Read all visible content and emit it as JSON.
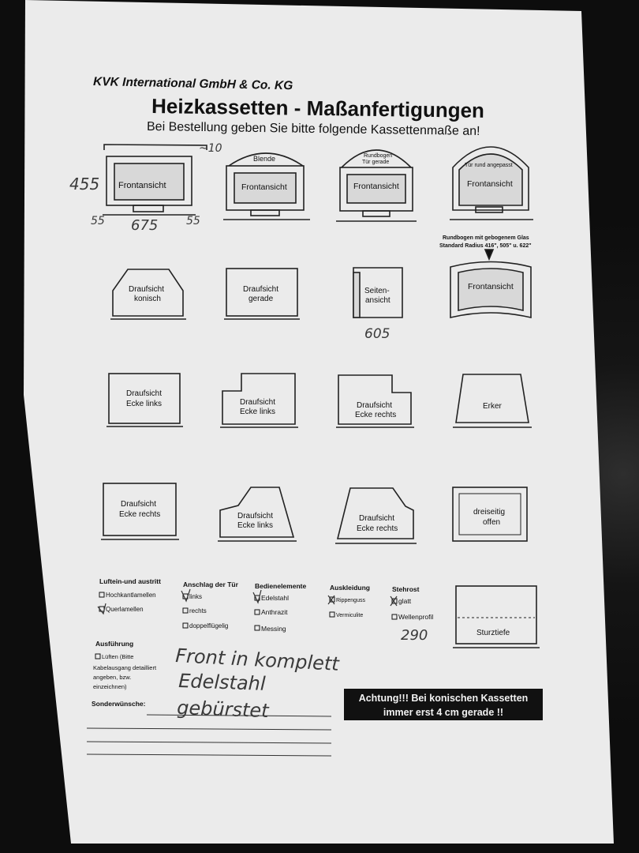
{
  "header": {
    "company": "KVK International GmbH & Co. KG",
    "title": "Heizkassetten - Maßanfertigungen",
    "subtitle": "Bei Bestellung geben Sie bitte folgende Kassettenmaße an!"
  },
  "row1": {
    "panel1_label": "Frontansicht",
    "panel2_top": "Blende",
    "panel2_label": "Frontansicht",
    "panel3_top_line1": "Rundbogen",
    "panel3_top_line2": "Tür gerade",
    "panel3_label": "Frontansicht",
    "panel4_top": "Tür rund angepasst",
    "panel4_label": "Frontansicht",
    "hand_height": "455",
    "hand_top": "~10",
    "hand_width": "675",
    "hand_left": "55",
    "hand_right": "55"
  },
  "row2": {
    "panel1_line1": "Draufsicht",
    "panel1_line2": "konisch",
    "panel2_line1": "Draufsicht",
    "panel2_line2": "gerade",
    "panel3_line1": "Seiten-",
    "panel3_line2": "ansicht",
    "hand_depth": "605",
    "panel4_note_line1": "Rundbogen mit gebogenem Glas",
    "panel4_note_line2": "Standard Radius 416\", 505\" u. 622\"",
    "panel4_label": "Frontansicht"
  },
  "row3": {
    "panel1_line1": "Draufsicht",
    "panel1_line2": "Ecke links",
    "panel2_line1": "Draufsicht",
    "panel2_line2": "Ecke links",
    "panel3_line1": "Draufsicht",
    "panel3_line2": "Ecke rechts",
    "panel4_label": "Erker"
  },
  "row4": {
    "panel1_line1": "Draufsicht",
    "panel1_line2": "Ecke rechts",
    "panel2_line1": "Draufsicht",
    "panel2_line2": "Ecke links",
    "panel3_line1": "Draufsicht",
    "panel3_line2": "Ecke rechts",
    "panel4_line1": "dreiseitig",
    "panel4_line2": "offen"
  },
  "options": {
    "luft_title": "Luftein-und austritt",
    "luft_opt1": "Hochkantlamellen",
    "luft_opt2": "Querlamellen",
    "anschlag_title": "Anschlag der Tür",
    "anschlag_opt1": "links",
    "anschlag_opt2": "rechts",
    "anschlag_opt3": "doppelflügelig",
    "bedien_title": "Bedienelemente",
    "bedien_opt1": "Edelstahl",
    "bedien_opt2": "Anthrazit",
    "bedien_opt3": "Messing",
    "ausk_title": "Auskleidung",
    "ausk_opt1": "Rippenguss",
    "ausk_opt2": "Vermiculite",
    "stehrost_title": "Stehrost",
    "stehrost_opt1": "glatt",
    "stehrost_opt2": "Wellenprofil",
    "sturz_label": "Sturztiefe",
    "hand_sturz": "290"
  },
  "ausfuehrung": {
    "title": "Ausführung",
    "line1": "Lüften (Bitte",
    "line2": "Kabelausgang detailliert",
    "line3": "angeben, bzw.",
    "line4": "einzeichnen)",
    "sonder_label": "Sonderwünsche:",
    "hand_line1": "Front in komplett",
    "hand_line2": "Edelstahl",
    "hand_line3": "gebürstet"
  },
  "warning": {
    "line1": "Achtung!!! Bei konischen Kassetten",
    "line2": "immer erst 4 cm gerade !!"
  }
}
